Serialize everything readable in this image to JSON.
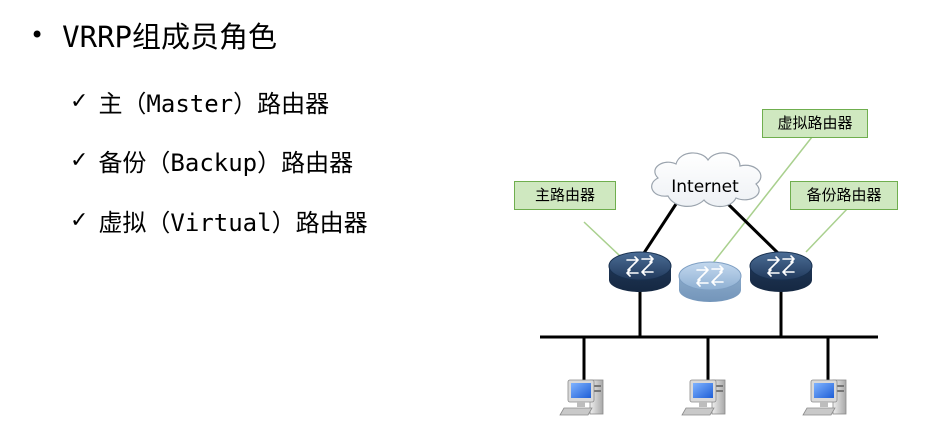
{
  "heading": {
    "bullet": "•",
    "title": "VRRP组成员角色"
  },
  "roles": [
    {
      "check": "✓",
      "text": "主（Master）路由器"
    },
    {
      "check": "✓",
      "text": "备份（Backup）路由器"
    },
    {
      "check": "✓",
      "text": "虚拟（Virtual）路由器"
    }
  ],
  "diagram": {
    "cloud_label": "Internet",
    "labels": {
      "master": "主路由器",
      "virtual": "虚拟路由器",
      "backup": "备份路由器"
    }
  },
  "colors": {
    "label_fill": "#cfe8c0",
    "label_border": "#6fae4e",
    "router_dark": "#2f4a6e",
    "router_light": "#9dbbd9",
    "link": "#000000",
    "leader": "#a9d08e"
  },
  "icons": [
    "cloud-icon",
    "router-icon",
    "virtual-router-icon",
    "computer-icon"
  ]
}
